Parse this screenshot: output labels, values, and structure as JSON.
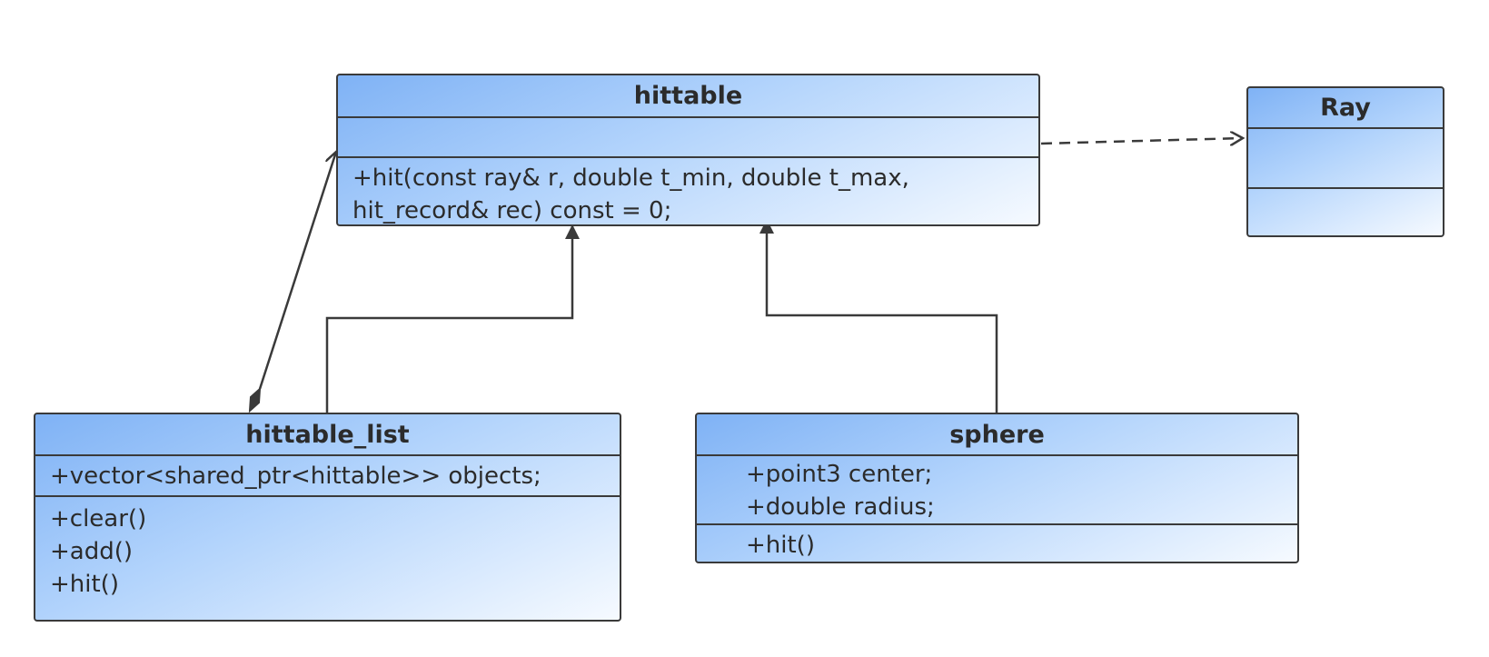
{
  "classes": {
    "hittable": {
      "name": "hittable",
      "attributes": [],
      "methods": [
        "+hit(const ray& r, double t_min, double t_max,",
        "hit_record& rec) const = 0;"
      ]
    },
    "ray": {
      "name": "Ray",
      "attributes": [],
      "methods": []
    },
    "hittable_list": {
      "name": "hittable_list",
      "attributes": [
        "+vector<shared_ptr<hittable>> objects;"
      ],
      "methods": [
        "+clear()",
        "+add()",
        "+hit()"
      ]
    },
    "sphere": {
      "name": "sphere",
      "attributes": [
        "+point3 center;",
        "+double radius;"
      ],
      "methods": [
        "+hit()"
      ]
    }
  },
  "relationships": [
    {
      "type": "dependency",
      "from": "hittable",
      "to": "Ray"
    },
    {
      "type": "composition",
      "from": "hittable_list",
      "to": "hittable"
    },
    {
      "type": "inheritance",
      "from": "hittable_list",
      "to": "hittable"
    },
    {
      "type": "inheritance",
      "from": "sphere",
      "to": "hittable"
    }
  ],
  "colors": {
    "box_gradient_start": "#7fb2f5",
    "box_gradient_end": "#f6faff",
    "stroke": "#3a3a3a"
  }
}
